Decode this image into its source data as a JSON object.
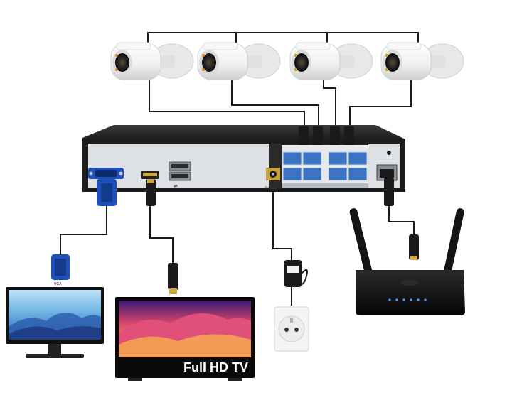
{
  "diagram": {
    "devices": {
      "cameras": [
        "camera-1",
        "camera-2",
        "camera-3",
        "camera-4"
      ],
      "recorder": "nvr",
      "displays": [
        "monitor",
        "tv"
      ],
      "power": [
        "power-adapter",
        "wall-socket"
      ],
      "network": "router"
    },
    "tv": {
      "screen_text": "Full HD TV"
    },
    "nvr": {
      "dc_label": "DC 48V"
    },
    "colors": {
      "cable": "#1a1a1a",
      "nvr_body": "#1c1c1c",
      "nvr_panel": "#dde1e5",
      "camera_body": "#f4f4f4",
      "vga_blue": "#1f4fb8",
      "router": "#121212",
      "rj45_gold": "#d4a640"
    },
    "icons": [
      "vga-connector-icon",
      "hdmi-connector-icon",
      "usb-port-icon",
      "ethernet-port-icon",
      "power-plug-icon"
    ]
  }
}
